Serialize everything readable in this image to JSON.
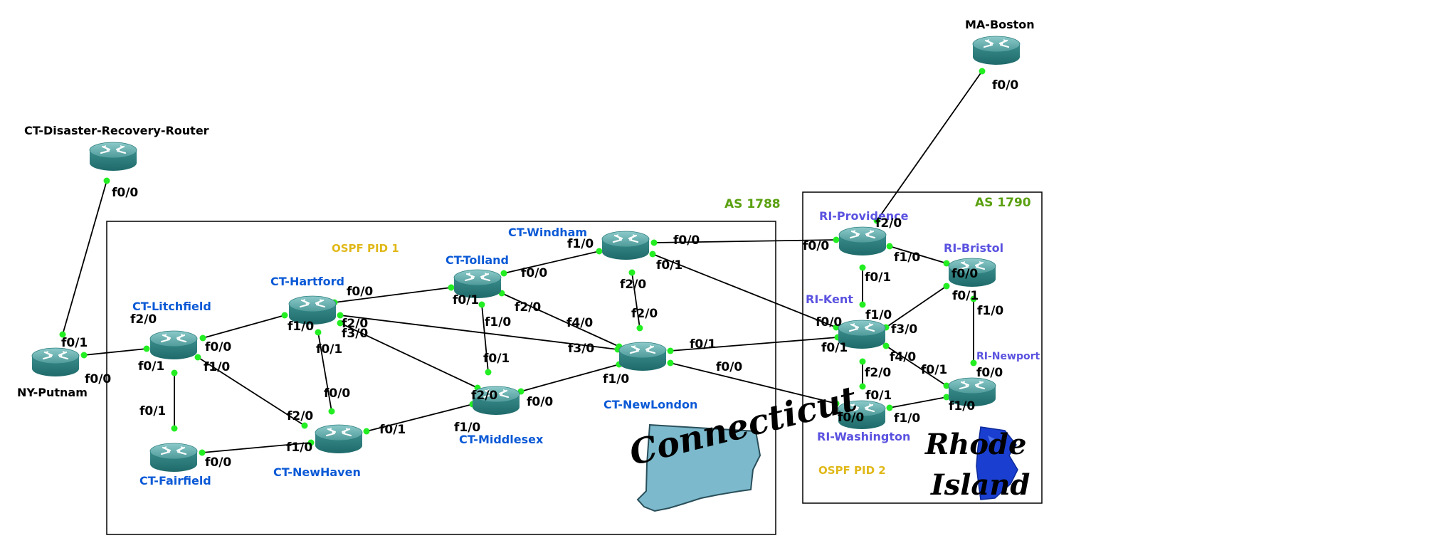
{
  "colors": {
    "link": "#000000",
    "port_dot": "#22ee22",
    "router_top": "#6fb5b5",
    "router_side": "#2e7f7f",
    "ct_label": "#0a59d6",
    "ri_label": "#5a52e0",
    "as_label": "#5aa010",
    "ospf_label": "#e0b818",
    "ri_map": "#1a3fd0",
    "ct_map": "#7cb9cc"
  },
  "zones": {
    "ct_as": "AS 1788",
    "ct_ospf": "OSPF PID 1",
    "ri_as": "AS 1790",
    "ri_ospf": "OSPF PID 2",
    "ct_logo": "Connecticut",
    "ri_logo_line1": "Rhode",
    "ri_logo_line2": "Island"
  },
  "routers": {
    "ma_boston": "MA-Boston",
    "ct_dr": "CT-Disaster-Recovery-Router",
    "ny_putnam": "NY-Putnam",
    "ct_litchfield": "CT-Litchfield",
    "ct_fairfield": "CT-Fairfield",
    "ct_hartford": "CT-Hartford",
    "ct_newhaven": "CT-NewHaven",
    "ct_tolland": "CT-Tolland",
    "ct_middlesex": "CT-Middlesex",
    "ct_windham": "CT-Windham",
    "ct_newlondon": "CT-NewLondon",
    "ri_providence": "RI-Providence",
    "ri_bristol": "RI-Bristol",
    "ri_kent": "RI-Kent",
    "ri_newport": "RI-Newport",
    "ri_washington": "RI-Washington"
  },
  "ports": {
    "boston_f00": "f0/0",
    "dr_f00": "f0/0",
    "putnam_f01": "f0/1",
    "putnam_f00": "f0/0",
    "litch_f20": "f2/0",
    "litch_f00": "f0/0",
    "litch_f01": "f0/1",
    "litch_f10": "f1/0",
    "fair_f01": "f0/1",
    "fair_f00": "f0/0",
    "hart_f00": "f0/0",
    "hart_f10": "f1/0",
    "hart_f20": "f2/0",
    "hart_f30": "f3/0",
    "hart_f01": "f0/1",
    "nh_f00": "f0/0",
    "nh_f20": "f2/0",
    "nh_f10": "f1/0",
    "nh_f01": "f0/1",
    "tol_f00": "f0/0",
    "tol_f01": "f0/1",
    "tol_f10": "f1/0",
    "tol_f20": "f2/0",
    "mid_f01": "f0/1",
    "mid_f20": "f2/0",
    "mid_f00": "f0/0",
    "mid_f10": "f1/0",
    "wind_f10": "f1/0",
    "wind_f00": "f0/0",
    "wind_f01": "f0/1",
    "wind_f20": "f2/0",
    "nl_f20": "f2/0",
    "nl_f40": "f4/0",
    "nl_f30": "f3/0",
    "nl_f01": "f0/1",
    "nl_f00": "f0/0",
    "nl_f10": "f1/0",
    "prov_f20": "f2/0",
    "prov_f00": "f0/0",
    "prov_f10": "f1/0",
    "prov_f01": "f0/1",
    "bris_f00": "f0/0",
    "bris_f01": "f0/1",
    "bris_f10": "f1/0",
    "kent_f00": "f0/0",
    "kent_f10": "f1/0",
    "kent_f30": "f3/0",
    "kent_f01": "f0/1",
    "kent_f40": "f4/0",
    "kent_f20": "f2/0",
    "np_f00": "f0/0",
    "np_f01": "f0/1",
    "np_f10": "f1/0",
    "wash_f01": "f0/1",
    "wash_f00": "f0/0",
    "wash_f10": "f1/0"
  }
}
